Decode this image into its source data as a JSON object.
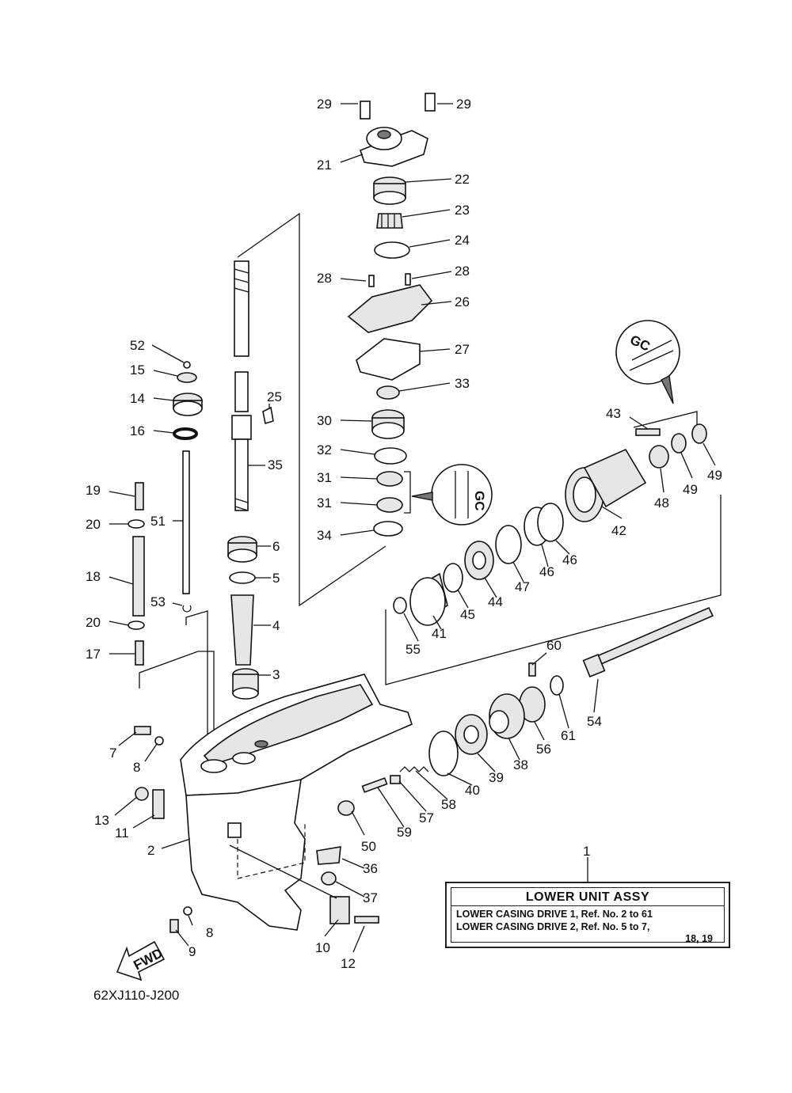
{
  "drawing_code": "62XJ110-J200",
  "info_box": {
    "title": "LOWER UNIT ASSY",
    "line1": "LOWER CASING DRIVE 1,  Ref. No. 2 to 61",
    "line2": "LOWER CASING DRIVE 2,  Ref. No. 5 to 7,",
    "line3": "18,  19"
  },
  "fwd_label": "FWD",
  "lube_symbol": "GC",
  "callouts": {
    "c1": "1",
    "c2": "2",
    "c3": "3",
    "c4": "4",
    "c5": "5",
    "c6": "6",
    "c7": "7",
    "c8a": "8",
    "c8b": "8",
    "c9": "9",
    "c10": "10",
    "c11": "11",
    "c12": "12",
    "c13": "13",
    "c14": "14",
    "c15": "15",
    "c16": "16",
    "c17": "17",
    "c18": "18",
    "c19": "19",
    "c20a": "20",
    "c20b": "20",
    "c21": "21",
    "c22": "22",
    "c23": "23",
    "c24": "24",
    "c25": "25",
    "c26": "26",
    "c27": "27",
    "c28a": "28",
    "c28b": "28",
    "c29a": "29",
    "c29b": "29",
    "c30": "30",
    "c31a": "31",
    "c31b": "31",
    "c32": "32",
    "c33": "33",
    "c34": "34",
    "c35": "35",
    "c36": "36",
    "c37": "37",
    "c38": "38",
    "c39": "39",
    "c40": "40",
    "c41": "41",
    "c42": "42",
    "c43": "43",
    "c44": "44",
    "c45": "45",
    "c46a": "46",
    "c46b": "46",
    "c47": "47",
    "c48": "48",
    "c49a": "49",
    "c49b": "49",
    "c50": "50",
    "c51": "51",
    "c52": "52",
    "c53": "53",
    "c54": "54",
    "c55": "55",
    "c56": "56",
    "c57": "57",
    "c58": "58",
    "c59": "59",
    "c60": "60",
    "c61": "61"
  }
}
